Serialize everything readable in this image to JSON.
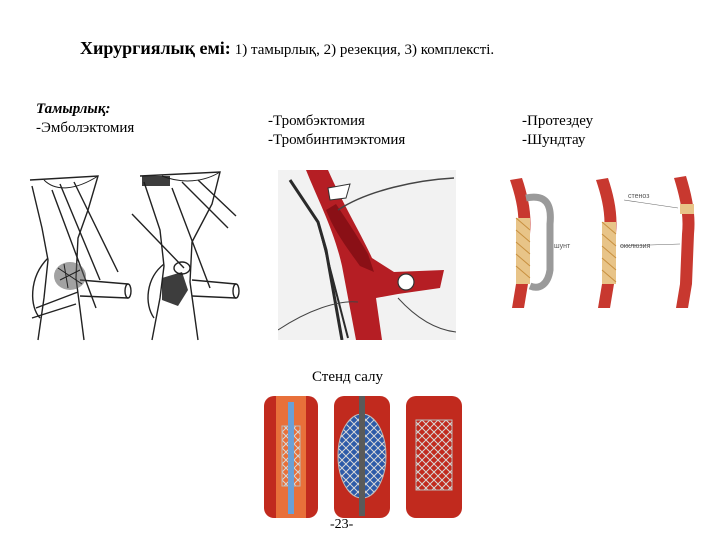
{
  "title": {
    "bold": "Хирургиялық емі:",
    "rest": "1) тамырлық, 2) резекция, 3) комплексті."
  },
  "col1": {
    "heading": "Тамырлық:",
    "line1": "-Эмболэктомия"
  },
  "col2": {
    "line1": "-Тромбэктомия",
    "line2": "-Тромбинтимэктомия"
  },
  "col3": {
    "line1": "-Протездеу",
    "line2": "-Шундтау"
  },
  "stent_caption": "Стенд салу",
  "figure_labels": {
    "stenosis": "стеноз",
    "shunt": "шунт",
    "occlusion": "окклюзия"
  },
  "page_number": "-23-"
}
